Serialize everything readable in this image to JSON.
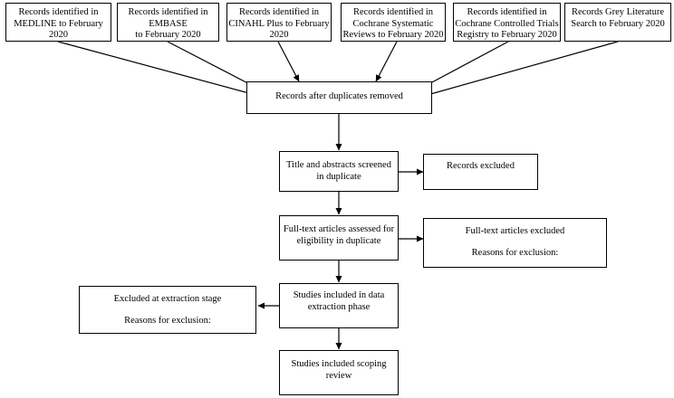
{
  "sources": [
    {
      "lines": [
        "Records identified in",
        "MEDLINE to February",
        "2020"
      ]
    },
    {
      "lines": [
        "Records identified in",
        "EMBASE",
        "to February 2020"
      ]
    },
    {
      "lines": [
        "Records identified in",
        "CINAHL Plus to February",
        "2020"
      ]
    },
    {
      "lines": [
        "Records identified in",
        "Cochrane Systematic",
        "Reviews to February 2020"
      ]
    },
    {
      "lines": [
        "Records identified in",
        "Cochrane Controlled Trials",
        "Registry to February 2020"
      ]
    },
    {
      "lines": [
        "Records Grey Literature",
        "Search to February 2020"
      ]
    }
  ],
  "dedup": {
    "lines": [
      "Records after duplicates removed"
    ]
  },
  "screened": {
    "lines": [
      "Title and abstracts screened",
      "in duplicate"
    ]
  },
  "excluded_records": {
    "lines": [
      "Records excluded"
    ]
  },
  "fulltext": {
    "lines": [
      "Full-text articles assessed for",
      "eligibility in duplicate"
    ]
  },
  "fulltext_excluded": {
    "title": "Full-text articles excluded",
    "reasons": "Reasons for exclusion:"
  },
  "extraction": {
    "lines": [
      "Studies included in data",
      "extraction phase"
    ]
  },
  "extraction_excluded": {
    "title": "Excluded at extraction stage",
    "reasons": "Reasons for exclusion:"
  },
  "included": {
    "lines": [
      "Studies included scoping",
      "review"
    ]
  }
}
